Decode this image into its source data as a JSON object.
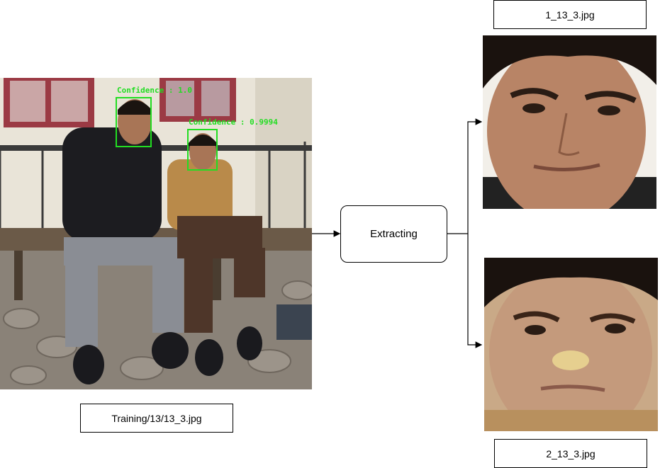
{
  "source_image": {
    "caption": "Training/13/13_3.jpg",
    "detections": [
      {
        "confidence_label": "Confidence : 1.0"
      },
      {
        "confidence_label": "Confidence : 0.9994"
      }
    ]
  },
  "process": {
    "label": "Extracting"
  },
  "outputs": [
    {
      "filename": "1_13_3.jpg"
    },
    {
      "filename": "2_13_3.jpg"
    }
  ],
  "colors": {
    "detection": "#22dd22",
    "stroke": "#000000"
  }
}
